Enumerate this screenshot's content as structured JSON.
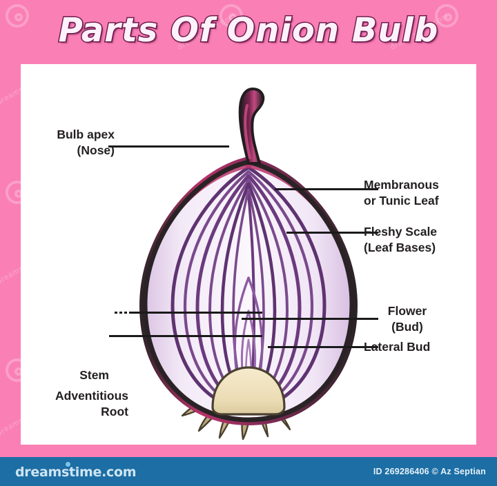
{
  "meta": {
    "kind": "educational-diagram",
    "colors": {
      "frame_pink": "#FA7FB5",
      "panel_white": "#FFFFFF",
      "title_fill": "#FDF2FB",
      "title_outline": "#6D1B4C",
      "label_text": "#231F20",
      "leader_line": "#1A1A1A",
      "footer_blue": "#1C6EA4",
      "onion_rim_black": "#2A2326",
      "onion_rim_magenta": "#B8336A",
      "onion_scale_pale": "#F6EFF8",
      "onion_scale_line": "#7A4A8C",
      "stem_cream": "#EFE0BC",
      "root_tan": "#B9A77C"
    }
  },
  "title": {
    "text": "Parts Of Onion Bulb"
  },
  "diagram": {
    "subject": "onion-bulb-cross-section",
    "labels": [
      {
        "id": "bulb-apex",
        "line1": "Bulb apex",
        "line2": "(Nose)",
        "side": "left"
      },
      {
        "id": "membranous",
        "line1": "Membranous",
        "line2": "or Tunic Leaf",
        "side": "right"
      },
      {
        "id": "fleshy-scale",
        "line1": "Fleshy Scale",
        "line2": "(Leaf Bases)",
        "side": "right"
      },
      {
        "id": "flower",
        "line1": "Flower",
        "line2": "(Bud)",
        "side": "right"
      },
      {
        "id": "lateral-bud",
        "line1": "Lateral Bud",
        "line2": "",
        "side": "right"
      },
      {
        "id": "stem",
        "line1": "Stem",
        "line2": "",
        "side": "left"
      },
      {
        "id": "adventitious-root",
        "line1": "Adventitious",
        "line2": "Root",
        "side": "left"
      }
    ]
  },
  "footer": {
    "logo": "dreamstime.com",
    "credit": "ID 269286406 © Az Septian"
  },
  "watermark": {
    "text": "dreamstime.com"
  }
}
